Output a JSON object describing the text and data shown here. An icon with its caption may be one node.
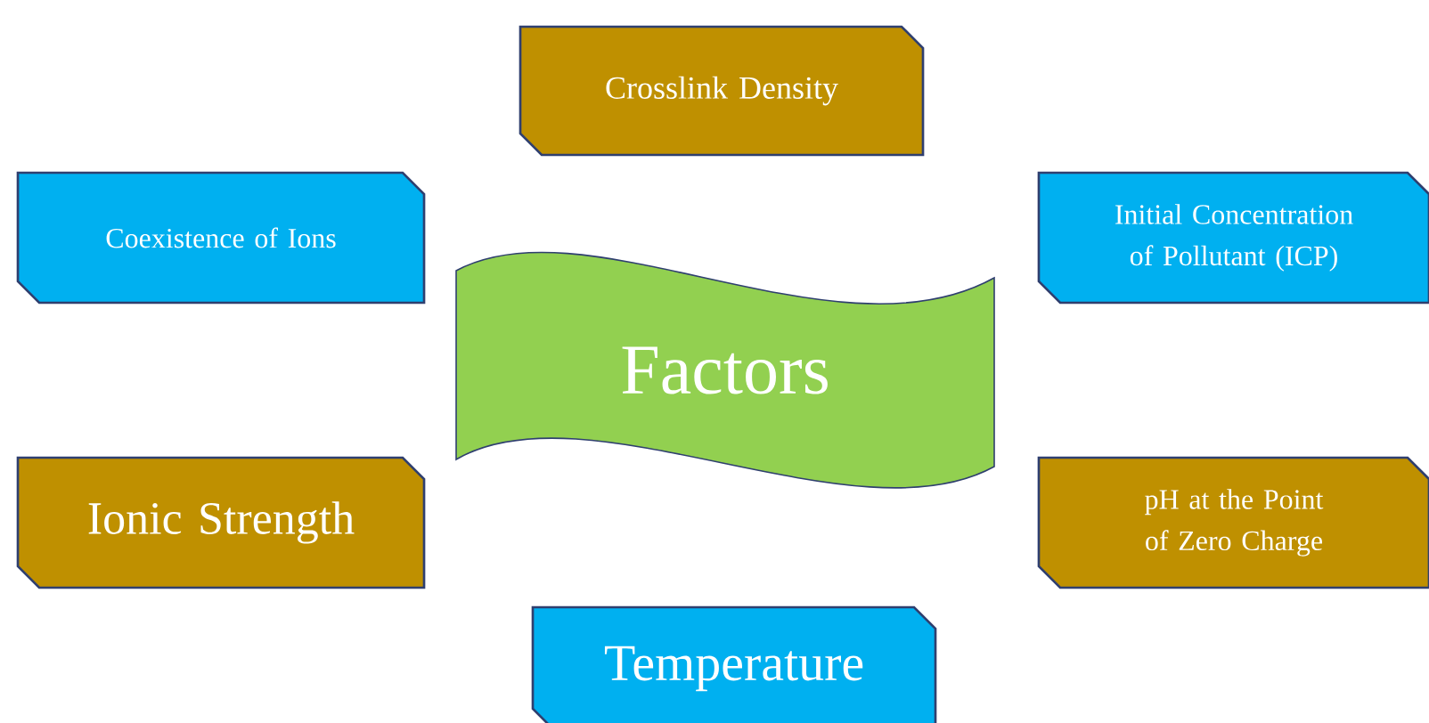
{
  "diagram": {
    "nodes": [
      {
        "text": [
          "Crosslink Density"
        ]
      },
      {
        "text": [
          "Coexistence of Ions"
        ]
      },
      {
        "text": [
          "Initial Concentration of Pollutant (ICP)"
        ]
      },
      {
        "text": [
          "Factors"
        ]
      },
      {
        "text": [
          "Ionic Strength"
        ]
      },
      {
        "text": [
          "pH at the Point of Zero Charge"
        ]
      },
      {
        "text": [
          "Temperature"
        ]
      }
    ]
  }
}
